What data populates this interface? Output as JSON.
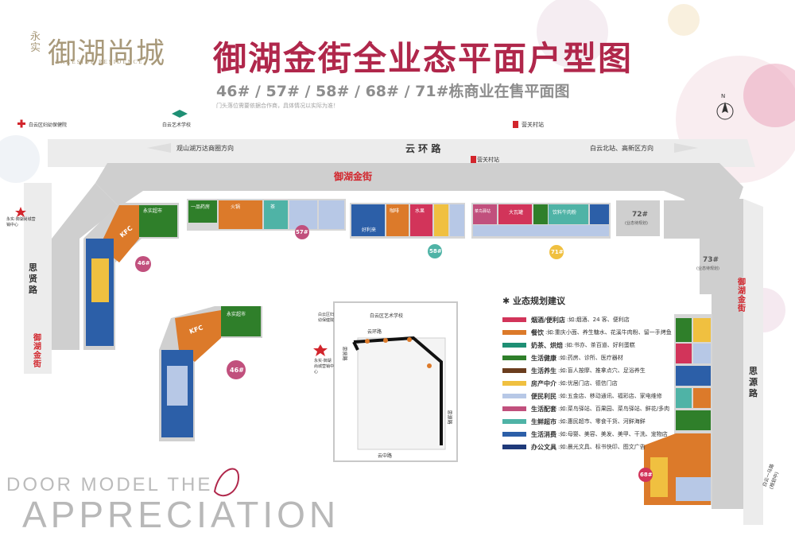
{
  "logo": {
    "yong": "永实",
    "name": "御湖尚城",
    "en": "LAKESIDE RESIDENCE"
  },
  "title": "御湖金街全业态平面户型图",
  "subtitle": "46# / 57# / 58# / 68# / 71#栋商业在售平面图",
  "note": "门头落位需要依据合作商，具体情况以实际为准！",
  "labels": {
    "school": "白云艺术学校",
    "hospital": "白云区妇幼保健院",
    "station_top": "营关村站",
    "station_mid": "营关村站",
    "road_yunhuan": "云 环 路",
    "dir_left": "观山湖万达商圈方向",
    "dir_right": "白云北站、高新区方向",
    "yuhu_jinjie_top": "御湖金街",
    "yuhu_jinjie_left": "御湖金街",
    "yuhu_jinjie_right": "御湖金街",
    "sixian_road": "思贤路",
    "siyuan_road": "思源路",
    "left_poi": "永实·御湖尚城营销中心",
    "b72": "72#",
    "b72_sub": "(业态待规划)",
    "b73": "73#",
    "b73_sub": "(业态待规划)",
    "tag46a": "46#",
    "tag46b": "46#",
    "tag57": "57#",
    "tag58": "58#",
    "tag71": "71#",
    "tag68": "68#",
    "bottom_right_road": "白云一马路(规划中)",
    "compass": "N"
  },
  "shop_signs": {
    "kfc1": "KFC",
    "kfc2": "KFC",
    "yongshi1": "永实超市",
    "yongshi2": "永实超市",
    "pharmacy": "一品药房",
    "tea": "茶",
    "bakery": "好利来",
    "hotpot": "火锅",
    "water": "水果",
    "cafe": "咖啡",
    "shop71a": "菜鸟驿站",
    "shop71b": "大瓦罐",
    "shop71c": "饮料牛肉粉"
  },
  "minimap": {
    "yunhuan": "云环路",
    "school": "白云区艺术学校",
    "sixian": "思贤路",
    "siyuan": "思源路",
    "yunzhong": "云中路",
    "poi_left": "永实·御湖尚城营销中心",
    "hospital": "白云区妇幼保健院"
  },
  "legend": {
    "title": "业态规划建议",
    "items": [
      {
        "cat": "烟酒/便利店",
        "desc": "如:烟酒、24 客、便利店",
        "color": "#d2345a"
      },
      {
        "cat": "餐饮",
        "desc": "如:重庆小面、养生糖水、花溪牛肉粉、留一手烤鱼",
        "color": "#dc7a2a"
      },
      {
        "cat": "奶茶、烘焙",
        "desc": "如:书亦、茶百道、好利蛋糕",
        "color": "#1e8f74"
      },
      {
        "cat": "生活健康",
        "desc": "如:药房、诊所、医疗器材",
        "color": "#2f7f2a"
      },
      {
        "cat": "生活养生",
        "desc": "如:盲人按摩、推拿点穴、足浴养生",
        "color": "#6b3d1e"
      },
      {
        "cat": "房产中介",
        "desc": "如:优居门店、德信门店",
        "color": "#f0c040"
      },
      {
        "cat": "便民利民",
        "desc": "如:五金店、移动通讯、福彩店、家电维修",
        "color": "#b7c8e6"
      },
      {
        "cat": "生活配套",
        "desc": "如:菜鸟驿站、百果园、菜鸟驿站、鲜花/多肉",
        "color": "#c1507d"
      },
      {
        "cat": "生鲜超市",
        "desc": "如:惠民超市、零食干货、河鲜海鲜",
        "color": "#4fb3a6"
      },
      {
        "cat": "生活消费",
        "desc": "如:母婴、美容、美发、美甲、干洗、宠物店",
        "color": "#2c5fa8"
      },
      {
        "cat": "办公文具",
        "desc": "如:晨光文具、标书快印、图文广告",
        "color": "#1f3a7a"
      }
    ]
  },
  "footer": {
    "line1": "DOOR MODEL THE",
    "line2": "APPRECIATION"
  },
  "colors": {
    "brand_red": "#b0274b",
    "road": "#d8d8d8",
    "gold": "#a8997a"
  }
}
